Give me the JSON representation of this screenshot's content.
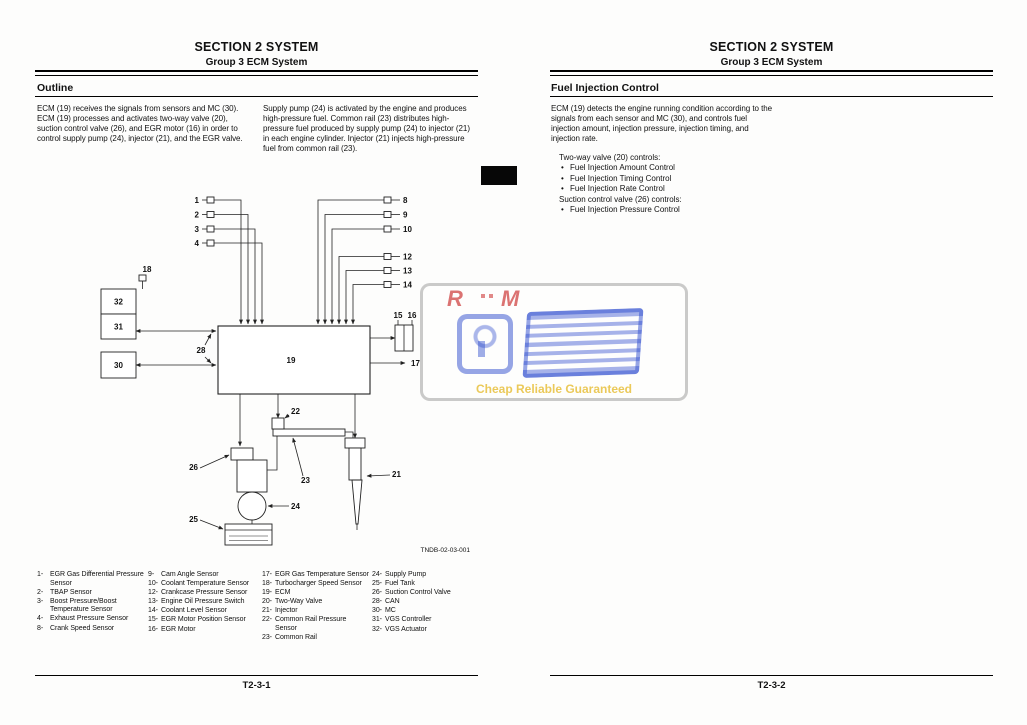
{
  "left_page": {
    "header": {
      "section": "SECTION 2 SYSTEM",
      "group": "Group 3 ECM System"
    },
    "heading": "Outline",
    "col1": "ECM (19) receives the signals from sensors and MC (30). ECM (19) processes and activates two-way valve (20), suction control valve (26), and EGR motor (16) in order to control supply pump (24), injector (21), and the EGR valve.",
    "col2": "Supply pump (24) is activated by the engine and produces high-pressure fuel. Common rail (23) distributes high-pressure fuel produced by supply pump (24) to injector (21) in each engine cylinder. Injector (21) injects high-pressure fuel from common rail (23).",
    "footer": "T2-3-1"
  },
  "right_page": {
    "header": {
      "section": "SECTION 2 SYSTEM",
      "group": "Group 3 ECM System"
    },
    "heading": "Fuel Injection Control",
    "para": "ECM (19) detects the engine running condition according to the signals from each sensor and MC (30), and controls fuel injection amount, injection pressure, injection timing, and injection rate.",
    "list": [
      {
        "text": "Two-way valve (20) controls:",
        "bullet": false
      },
      {
        "text": "Fuel Injection Amount Control",
        "bullet": true
      },
      {
        "text": "Fuel Injection Timing Control",
        "bullet": true
      },
      {
        "text": "Fuel Injection Rate Control",
        "bullet": true
      },
      {
        "text": "Suction control valve (26) controls:",
        "bullet": false
      },
      {
        "text": "Fuel Injection Pressure Control",
        "bullet": true
      }
    ],
    "footer": "T2-3-2"
  },
  "diagram": {
    "figure_code": "TNDB-02-03-001",
    "callouts": {
      "n1": "1",
      "n2": "2",
      "n3": "3",
      "n4": "4",
      "n8": "8",
      "n9": "9",
      "n10": "10",
      "n12": "12",
      "n13": "13",
      "n14": "14",
      "n15": "15",
      "n16": "16",
      "n17": "17",
      "n18": "18",
      "n19": "19",
      "n21": "21",
      "n22": "22",
      "n23": "23",
      "n24": "24",
      "n25": "25",
      "n26": "26",
      "n28": "28",
      "n30": "30",
      "n31": "31",
      "n32": "32"
    }
  },
  "legend": {
    "columns": [
      [
        {
          "num": "1-",
          "label": "EGR Gas Differential Pressure Sensor"
        },
        {
          "num": "2-",
          "label": "TBAP Sensor"
        },
        {
          "num": "3-",
          "label": "Boost Pressure/Boost Temperature Sensor"
        },
        {
          "num": "4-",
          "label": "Exhaust Pressure Sensor"
        },
        {
          "num": "8-",
          "label": "Crank Speed Sensor"
        }
      ],
      [
        {
          "num": "9-",
          "label": "Cam Angle Sensor"
        },
        {
          "num": "10-",
          "label": "Coolant Temperature Sensor"
        },
        {
          "num": "12-",
          "label": "Crankcase Pressure Sensor"
        },
        {
          "num": "13-",
          "label": "Engine Oil Pressure Switch"
        },
        {
          "num": "14-",
          "label": "Coolant Level Sensor"
        },
        {
          "num": "15-",
          "label": "EGR Motor Position Sensor"
        },
        {
          "num": "16-",
          "label": "EGR Motor"
        }
      ],
      [
        {
          "num": "17-",
          "label": "EGR Gas Temperature Sensor"
        },
        {
          "num": "18-",
          "label": "Turbocharger Speed Sensor"
        },
        {
          "num": "19-",
          "label": "ECM"
        },
        {
          "num": "20-",
          "label": "Two-Way Valve"
        },
        {
          "num": "21-",
          "label": "Injector"
        },
        {
          "num": "22-",
          "label": "Common Rail Pressure Sensor"
        },
        {
          "num": "23-",
          "label": "Common Rail"
        }
      ],
      [
        {
          "num": "24-",
          "label": "Supply Pump"
        },
        {
          "num": "25-",
          "label": "Fuel Tank"
        },
        {
          "num": "26-",
          "label": "Suction Control Valve"
        },
        {
          "num": "28-",
          "label": "CAN"
        },
        {
          "num": "30-",
          "label": "MC"
        },
        {
          "num": "31-",
          "label": "VGS Controller"
        },
        {
          "num": "32-",
          "label": "VGS Actuator"
        }
      ]
    ]
  },
  "watermark": {
    "letter_r": "R",
    "letter_m": "M",
    "tagline": "Cheap Reliable Guaranteed"
  }
}
